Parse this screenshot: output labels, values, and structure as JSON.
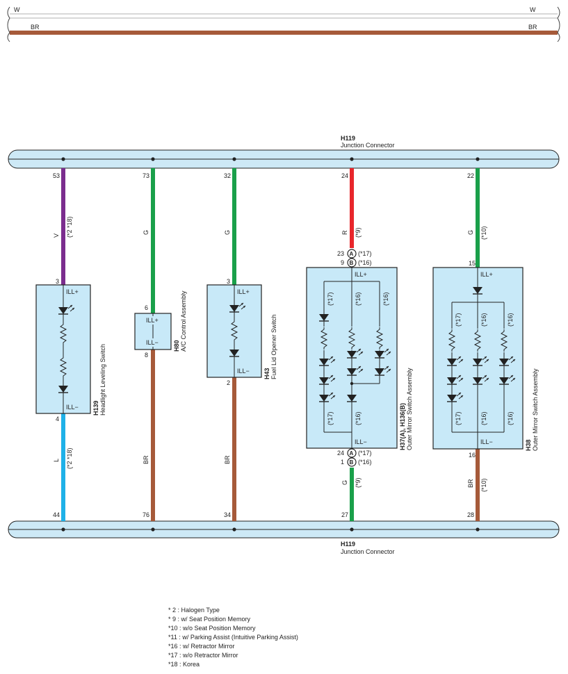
{
  "colors": {
    "bus_fill": "#cde9f6",
    "box_fill": "#c8e9f8",
    "line": "#222222",
    "wire_V": "#7b2d8e",
    "wire_G": "#1aa04a",
    "wire_R": "#e8262b",
    "wire_BR": "#a65a3a",
    "wire_L": "#1fb1e8",
    "wire_W": "#ffffff"
  },
  "top_wires": {
    "w_left": "W",
    "w_right": "W",
    "br_left": "BR",
    "br_right": "BR"
  },
  "top_bus": {
    "code": "H119",
    "name": "Junction Connector"
  },
  "bottom_bus": {
    "code": "H119",
    "name": "Junction Connector"
  },
  "columns": [
    {
      "pin_top": "53",
      "wire_top": "V",
      "note_top": "(*2 *18)",
      "pin_in": "3",
      "pin_out": "4",
      "wire_bottom": "L",
      "note_bottom": "(*2 *18)",
      "pin_bottom": "44"
    },
    {
      "pin_top": "73",
      "wire_top": "G",
      "pin_in": "6",
      "pin_out": "8",
      "wire_bottom": "BR",
      "pin_bottom": "76"
    },
    {
      "pin_top": "32",
      "wire_top": "G",
      "pin_in": "3",
      "pin_out": "2",
      "wire_bottom": "BR",
      "pin_bottom": "34"
    },
    {
      "pin_top": "24",
      "wire_top": "R",
      "note_top": "(*9)",
      "pin_in_a": "23",
      "pin_in_b": "9",
      "pin_out_a": "24",
      "pin_out_b": "1",
      "wire_bottom": "G",
      "note_bottom": "(*9)",
      "pin_bottom": "27"
    },
    {
      "pin_top": "22",
      "wire_top": "G",
      "note_top": "(*10)",
      "pin_in": "15",
      "pin_out": "16",
      "wire_bottom": "BR",
      "note_bottom": "(*10)",
      "pin_bottom": "28"
    }
  ],
  "connector_badges": {
    "a": "A",
    "b": "B",
    "in_a_note": "(*17)",
    "in_b_note": "(*16)",
    "out_a_note": "(*17)",
    "out_b_note": "(*16)"
  },
  "components": {
    "headlight": {
      "code": "H139",
      "name": "Headlight Leveling Switch",
      "ill_plus": "ILL+",
      "ill_minus": "ILL−"
    },
    "ac": {
      "code": "H80",
      "name": "A/C Control Assembly",
      "ill_plus": "ILL+",
      "ill_minus": "ILL−"
    },
    "fuel": {
      "code": "H43",
      "name": "Fuel Lid Opener Switch",
      "ill_plus": "ILL+",
      "ill_minus": "ILL−"
    },
    "mirror_a": {
      "code": "H37(A), H136(B)",
      "name": "Outer Mirror Switch Assembly",
      "ill_plus": "ILL+",
      "ill_minus": "ILL−",
      "b1_top": "(*17)",
      "b2_top": "(*16)",
      "b3_top": "(*16)",
      "b1_bot": "(*17)",
      "b2_bot": "(*16)"
    },
    "mirror_b": {
      "code": "H38",
      "name": "Outer Mirror Switch Assembly",
      "ill_plus": "ILL+",
      "ill_minus": "ILL−",
      "b1_top": "(*17)",
      "b2_top": "(*16)",
      "b3_top": "(*16)",
      "b1_bot": "(*17)",
      "b2_bot": "(*16)",
      "b3_bot": "(*16)"
    }
  },
  "notes": [
    "* 2 : Halogen Type",
    "* 9 : w/ Seat Position Memory",
    "*10 : w/o Seat Position Memory",
    "*11 : w/ Parking Assist (Intuitive Parking Assist)",
    "*16 : w/ Retractor Mirror",
    "*17 : w/o Retractor Mirror",
    "*18 : Korea"
  ]
}
